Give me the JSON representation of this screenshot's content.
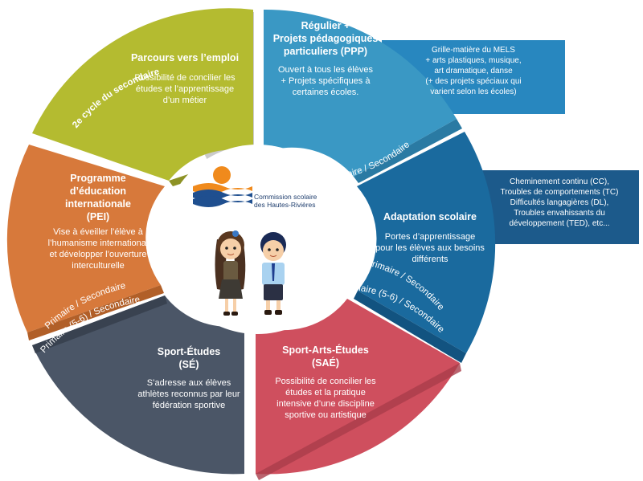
{
  "colors": {
    "green": "#b4bb30",
    "blue_light": "#3a98c4",
    "blue_dark": "#1a6a9e",
    "red": "#cf4f5e",
    "slate": "#4b5667",
    "orange": "#d7793b",
    "side_light": "#2887bf",
    "side_dark": "#1c5a8b"
  },
  "segments": {
    "green": {
      "title": [
        "Parcours vers l’emploi"
      ],
      "desc": [
        "Possibilité de concilier les",
        "études et l’apprentissage",
        "d’un métier"
      ],
      "arc": "2e cycle du secondaire"
    },
    "blue_light": {
      "title": [
        "Régulier  +",
        "Projets pédagogiques",
        "particuliers (PPP)"
      ],
      "desc": [
        "Ouvert à tous les élèves",
        "+ Projets spécifiques à",
        "certaines écoles."
      ],
      "arc": "Primaire / Secondaire"
    },
    "blue_dark": {
      "title": [
        "Adaptation scolaire"
      ],
      "desc": [
        "Portes d’apprentissage",
        "pour les élèves aux besoins",
        "différents"
      ],
      "arc": "Primaire / Secondaire"
    },
    "red": {
      "title": [
        "Sport-Arts-Études",
        "(SAÉ)"
      ],
      "desc": [
        "Possibilité de concilier les",
        "études et la pratique",
        "intensive d’une discipline",
        "sportive ou artistique"
      ],
      "arc": "Primaire (5-6) / Secondaire"
    },
    "slate": {
      "title": [
        "Sport-Études",
        "(SÉ)"
      ],
      "desc": [
        "S’adresse aux élèves",
        "athlètes reconnus par leur",
        "fédération sportive"
      ],
      "arc": "Primaire (5-6) / Secondaire"
    },
    "orange": {
      "title": [
        "Programme",
        "d’éducation",
        "internationale",
        "(PEI)"
      ],
      "desc": [
        "Vise à éveiller l’élève à",
        "l’humanisme international",
        "et développer l’ouverture",
        "interculturelle"
      ],
      "arc": "Primaire / Secondaire"
    }
  },
  "side_boxes": {
    "top": [
      "Grille-matière du MELS",
      "+ arts plastiques, musique,",
      "art dramatique, danse",
      "(+ des projets spéciaux qui",
      "varient selon les écoles)"
    ],
    "middle": [
      "Cheminement continu (CC),",
      "Troubles de comportements (TC)",
      "Difficultés langagières (DL),",
      "Troubles envahissants du",
      "développement (TED), etc..."
    ]
  },
  "logo": {
    "lines": [
      "Commission scolaire",
      "des Hautes-Rivières"
    ]
  }
}
